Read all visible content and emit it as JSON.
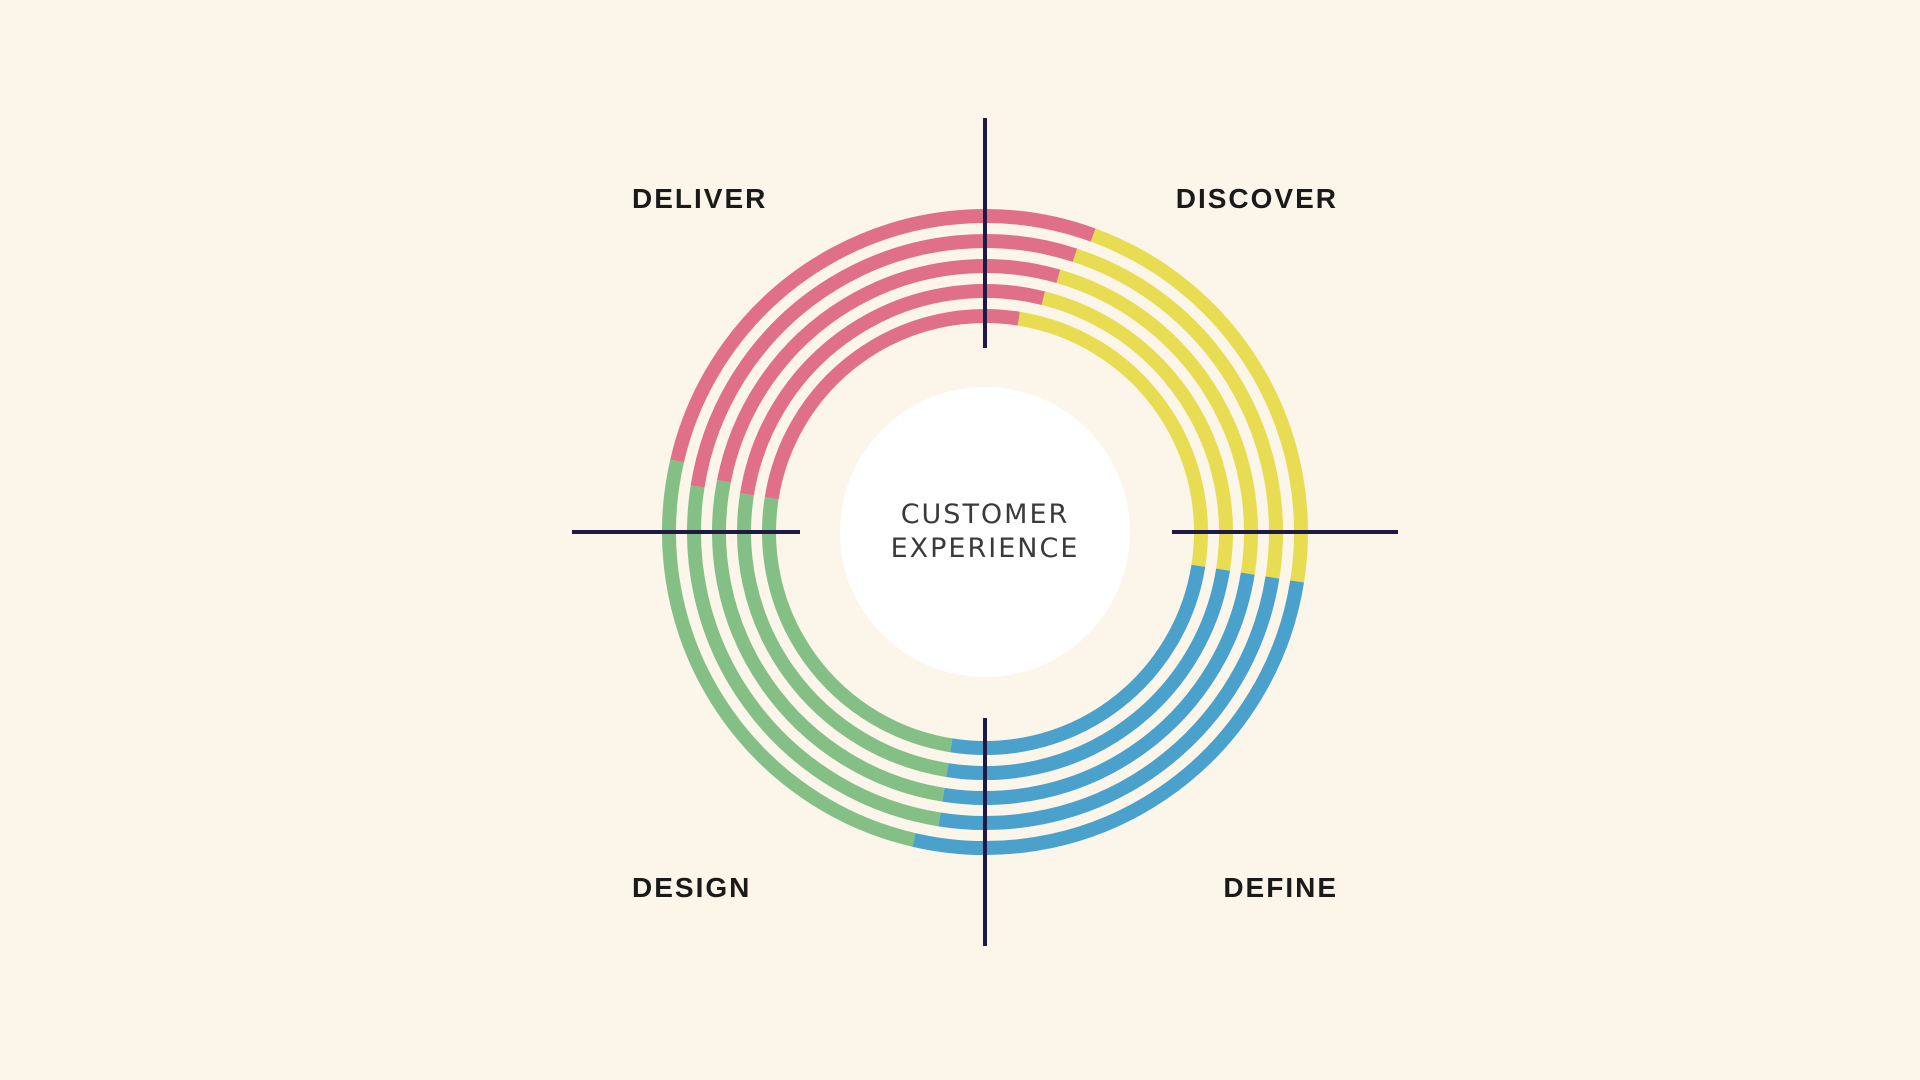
{
  "center": {
    "line1": "CUSTOMER",
    "line2": "EXPERIENCE"
  },
  "labels": {
    "discover": "DISCOVER",
    "define": "DEFINE",
    "design": "DESIGN",
    "deliver": "DELIVER"
  },
  "colors": {
    "background": "#fcf5ea",
    "discover": "#e8dd52",
    "define": "#4aa2cc",
    "design": "#84c085",
    "deliver": "#e07088",
    "axis": "#1e1a45",
    "center_fill": "#ffffff"
  },
  "rings": [
    {
      "discover": 9,
      "define": 13,
      "design": 13,
      "deliver": 20
    },
    {
      "discover": 9,
      "define": 9,
      "design": 9,
      "deliver": 18
    },
    {
      "discover": 9,
      "define": 9,
      "design": 11,
      "deliver": 16
    },
    {
      "discover": 9,
      "define": 9,
      "design": 9,
      "deliver": 14
    },
    {
      "discover": 9,
      "define": 9,
      "design": 9,
      "deliver": 9
    }
  ]
}
